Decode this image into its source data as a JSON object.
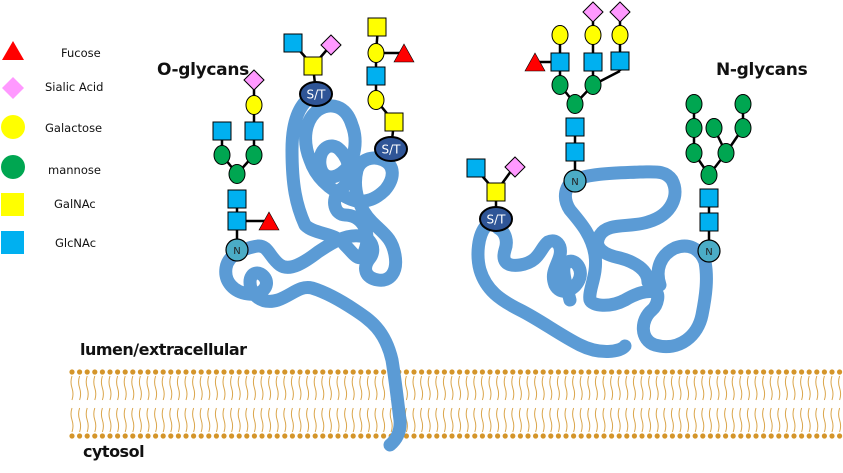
{
  "colors": {
    "fucose": "#ff0000",
    "sialic_acid": "#ff99ff",
    "galactose": "#ffff00",
    "mannose": "#00a651",
    "galnac": "#ffff00",
    "glcnac": "#00b0f0",
    "protein": "#5b9bd5",
    "st_site": "#2f5597",
    "n_site": "#4bacc6",
    "membrane": "#d4952a"
  },
  "legend": {
    "items": [
      {
        "key": "fucose",
        "shape": "triangle",
        "label": "Fucose"
      },
      {
        "key": "sialic_acid",
        "shape": "diamond",
        "label": "Sialic Acid"
      },
      {
        "key": "galactose",
        "shape": "circle",
        "label": "Galactose"
      },
      {
        "key": "mannose",
        "shape": "circle",
        "label": "mannose"
      },
      {
        "key": "galnac",
        "shape": "square",
        "label": "GalNAc"
      },
      {
        "key": "glcnac",
        "shape": "square",
        "label": "GlcNAc"
      }
    ]
  },
  "titles": {
    "o_glycans": "O-glycans",
    "n_glycans": "N-glycans"
  },
  "regions": {
    "lumen": "lumen/extracellular",
    "cytosol": "cytosol"
  },
  "sites": {
    "st_label": "S/T",
    "n_label": "N"
  }
}
